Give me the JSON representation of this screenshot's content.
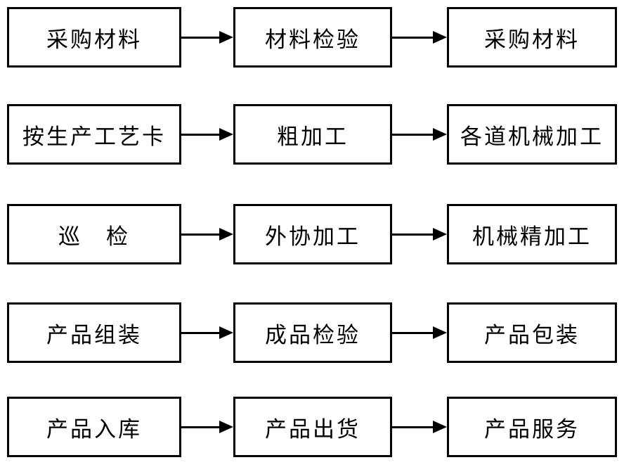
{
  "diagram": {
    "type": "flowchart",
    "colors": {
      "border": "#000000",
      "background": "#ffffff",
      "text": "#000000"
    },
    "rows": [
      {
        "cells": [
          "采购材料",
          "材料检验",
          "采购材料"
        ]
      },
      {
        "cells": [
          "按生产工艺卡",
          "粗加工",
          "各道机械加工"
        ]
      },
      {
        "cells": [
          "巡　检",
          "外协加工",
          "机械精加工"
        ]
      },
      {
        "cells": [
          "产品组装",
          "成品检验",
          "产品包装"
        ]
      },
      {
        "cells": [
          "产品入库",
          "产品出货",
          "产品服务"
        ]
      }
    ]
  }
}
